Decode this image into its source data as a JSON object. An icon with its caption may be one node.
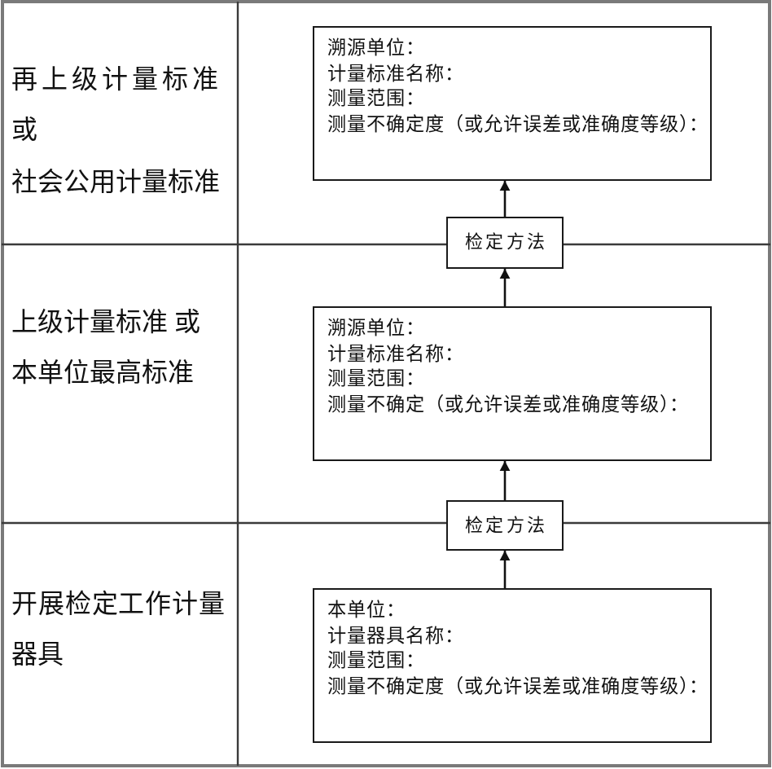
{
  "diagram": {
    "nodes": [
      {
        "text": [
          "溯源单位：",
          "计量标准名称：",
          "测量范围：",
          "测量不确定度（或允许误差或准确度等级）："
        ]
      },
      {
        "text": [
          "检定方法"
        ]
      },
      {
        "text": [
          "溯源单位：",
          "计量标准名称：",
          "测量范围：",
          "测量不确定（或允许误差或准确度等级）："
        ]
      },
      {
        "text": [
          "检定方法"
        ]
      },
      {
        "text": [
          "本单位：",
          "计量器具名称：",
          "测量范围：",
          "测量不确定度（或允许误差或准确度等级）："
        ]
      }
    ],
    "edges": [
      {
        "from": 4,
        "to": 3,
        "arrow": "to"
      },
      {
        "from": 3,
        "to": 2,
        "arrow": "to"
      },
      {
        "from": 2,
        "to": 1,
        "arrow": "to"
      },
      {
        "from": 1,
        "to": 0,
        "arrow": "to"
      }
    ],
    "labels": [
      "再上级计量标准或",
      "社会公用计量标准",
      "上级计量标准 或",
      "本单位最高标准",
      "开展检定工作计量器具"
    ]
  }
}
